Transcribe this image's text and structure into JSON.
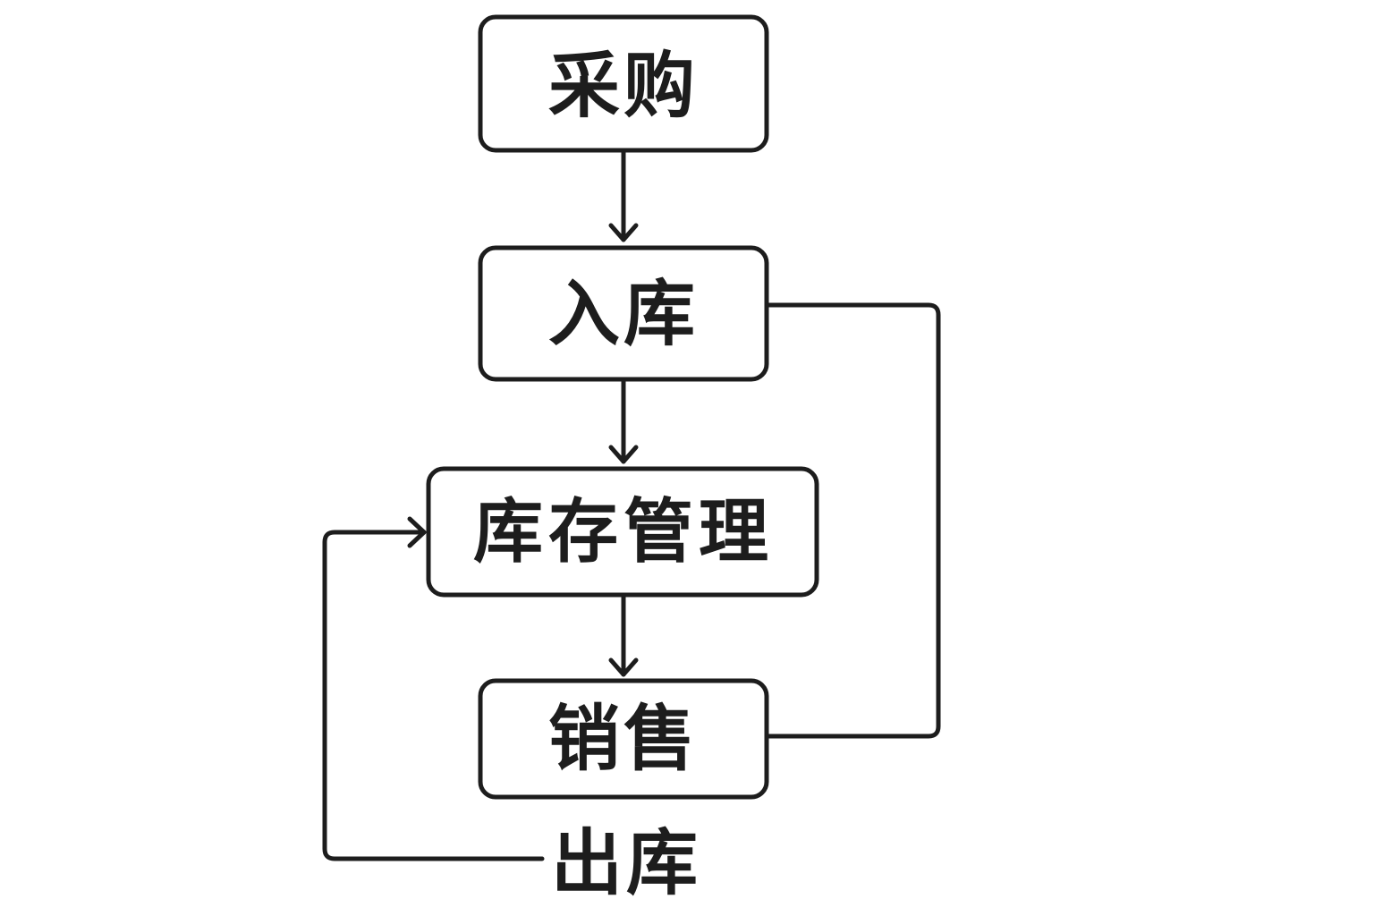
{
  "colors": {
    "stroke": "#1d1d1d",
    "background": "#ffffff"
  },
  "nodes": {
    "purchase": "采购",
    "inbound": "入库",
    "inventory": "库存管理",
    "sales": "销售"
  },
  "labels": {
    "outbound": "出库"
  }
}
